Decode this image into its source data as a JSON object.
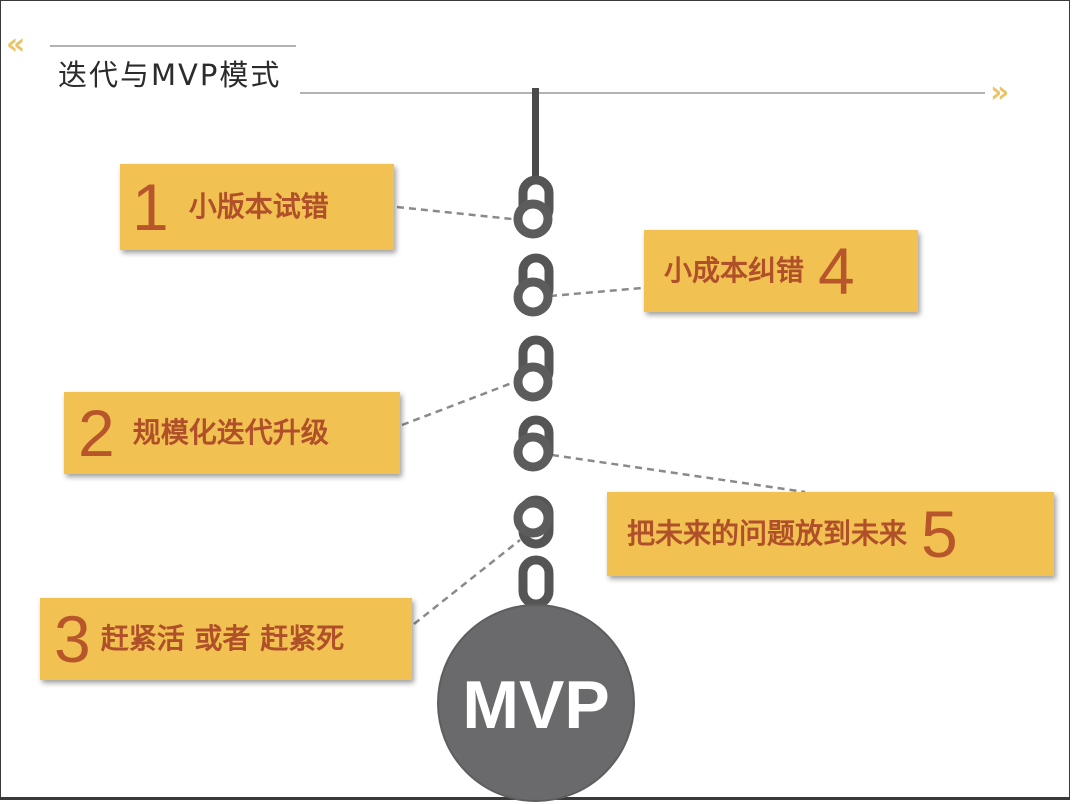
{
  "title": "迭代与MVP模式",
  "deco": {
    "left_mark": "«",
    "right_mark": "»"
  },
  "items": [
    {
      "number": "1",
      "text": "小版本试错"
    },
    {
      "number": "4",
      "text": "小成本纠错"
    },
    {
      "number": "2",
      "text": "规模化迭代升级"
    },
    {
      "number": "5",
      "text": "把未来的问题放到未来"
    },
    {
      "number": "3",
      "text": "赶紧活 或者 赶紧死"
    }
  ],
  "ball_label": "MVP",
  "colors": {
    "box": "#f1c251",
    "label_text": "#b0502a",
    "chain": "#555555",
    "ball": "#6a6a6c"
  }
}
